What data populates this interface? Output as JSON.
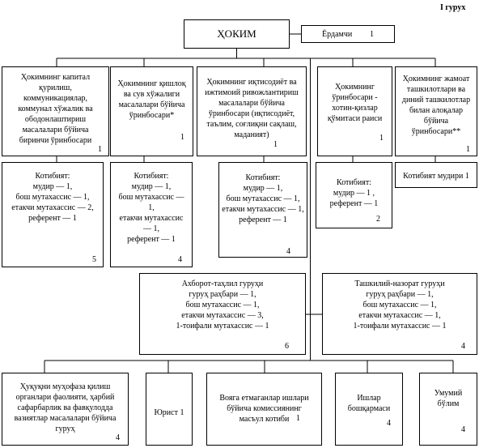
{
  "title": "I гурух",
  "hokim": "ҲОКИМ",
  "assistant": {
    "label": "Ёрдамчи",
    "num": "1"
  },
  "deputies": [
    {
      "lines": [
        "Ҳокимнинг капитал",
        "қурилиш,",
        "коммуникациялар,",
        "коммунал хўжалик ва",
        "ободонлаштириш",
        "масалалари бўйича",
        "биринчи ўринбосари"
      ],
      "num": "1"
    },
    {
      "lines": [
        "Ҳокимнинг қишлоқ",
        "ва сув хўжалиги",
        "масалалари бўйича",
        "ўринбосари*"
      ],
      "num": "1"
    },
    {
      "lines": [
        "Ҳокимнинг иқтисодиёт ва",
        "ижтимоий ривожлантириш",
        "масалалари бўйича",
        "ўринбосари (иқтисодиёт,",
        "таълим, соғлиқни сақлаш,",
        "маданият)"
      ],
      "num": "1"
    },
    {
      "lines": [
        "Ҳокимнинг",
        "ўринбосари -",
        "хотин-қизлар",
        "қўмитаси раиси"
      ],
      "num": "1"
    },
    {
      "lines": [
        "Ҳокимнинг жамоат",
        "ташкилотлари ва",
        "диний ташкилотлар",
        "билан алоқалар",
        "бўйича",
        "ўринбосари**"
      ],
      "num": "1"
    }
  ],
  "secretariats": [
    {
      "lines": [
        "Котибият:",
        "мудир — 1,",
        "бош мутахассис — 1,",
        "етакчи мутахассис — 2,",
        "референт — 1"
      ],
      "num": "5"
    },
    {
      "lines": [
        "Котибият:",
        "мудир — 1,",
        "бош мутахассис —",
        "1,",
        "етакчи мутахассис",
        "— 1,",
        "референт — 1"
      ],
      "num": "4"
    },
    {
      "lines": [
        "Котибият:",
        "мудир — 1,",
        "бош мутахассис — 1,",
        "етакчи мутахассис — 1,",
        "референт — 1"
      ],
      "num": "4"
    },
    {
      "lines": [
        "Котибият:",
        "мудир — 1 ,",
        "референт — 1"
      ],
      "num": "2"
    },
    {
      "lines": [
        "Котибият мудири 1"
      ],
      "num": ""
    }
  ],
  "groups": [
    {
      "lines": [
        "Ахборот-таҳлил гуруҳи",
        "гуруҳ раҳбари — 1,",
        "бош мутахассис — 1,",
        "етакчи мутахассис — 3,",
        "1-тоифали мутахассис — 1"
      ],
      "num": "6"
    },
    {
      "lines": [
        "Ташкилий-назорат гуруҳи",
        "гуруҳ раҳбари — 1,",
        "бош мутахассис — 1,",
        "етакчи мутахассис — 1,",
        "1-тоифали мутахассис — 1"
      ],
      "num": "4"
    }
  ],
  "bottom": [
    {
      "lines": [
        "Ҳуқуқни муҳофаза қилиш",
        "органлари фаолияти, ҳарбий",
        "сафарбарлик ва фавқулодда",
        "вазиятлар масалалари бўйича",
        "гуруҳ"
      ],
      "num": "4"
    },
    {
      "lines": [
        "Юрист 1"
      ],
      "num": ""
    },
    {
      "lines": [
        "Вояга етмаганлар ишлари",
        "бўйича комиссиянинг",
        "масъул котиби"
      ],
      "num": "1"
    },
    {
      "lines": [
        "Ишлар",
        "бошқармаси"
      ],
      "num": "4"
    },
    {
      "lines": [
        "Умумий",
        "бўлим"
      ],
      "num": "4"
    }
  ]
}
